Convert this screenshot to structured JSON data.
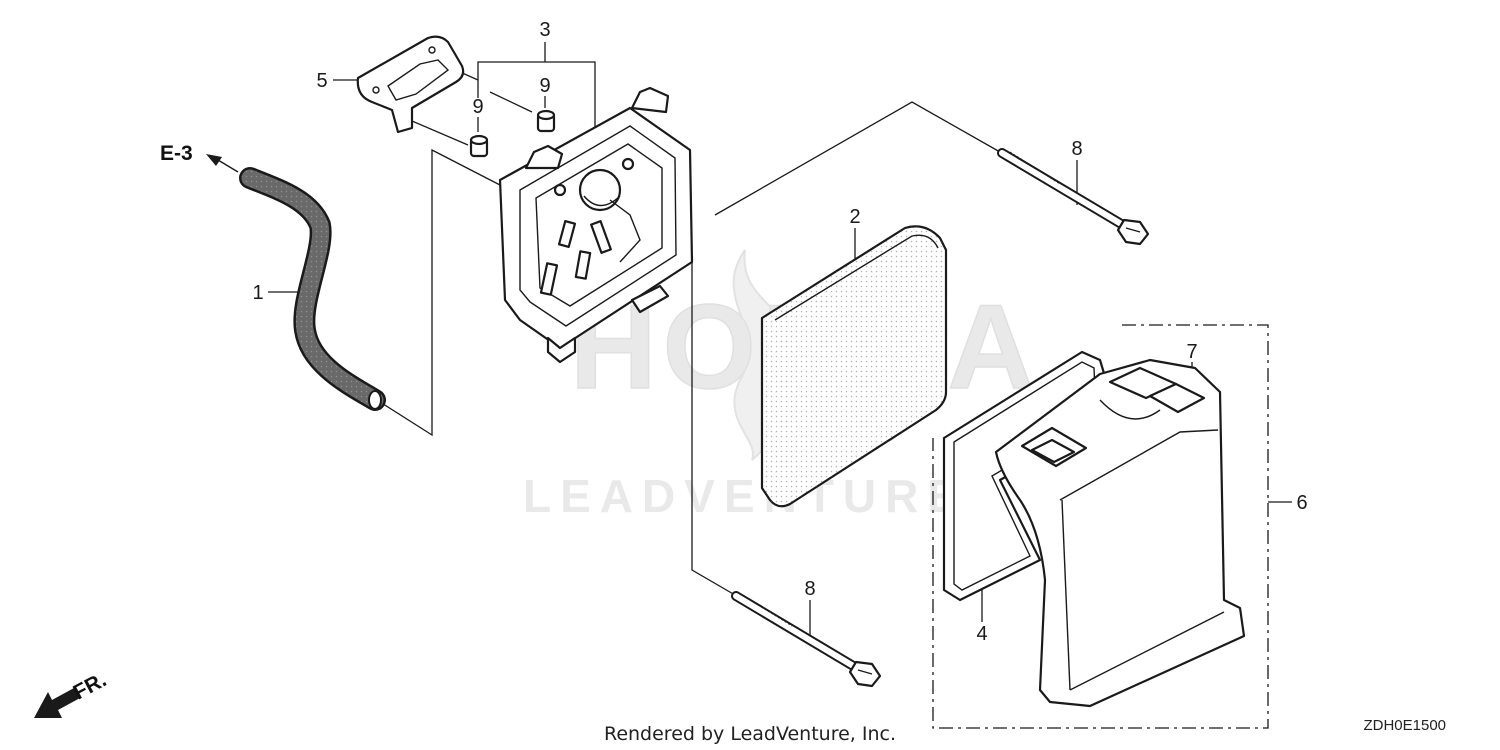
{
  "diagram": {
    "callouts": {
      "c1": "1",
      "c2": "2",
      "c3": "3",
      "c4": "4",
      "c5": "5",
      "c6": "6",
      "c7": "7",
      "c8a": "8",
      "c8b": "8",
      "c9a": "9",
      "c9b": "9"
    },
    "reference": "E-3",
    "front_marker": "FR.",
    "watermark": {
      "brand": "HONDA",
      "company": "LEADVENTURE"
    },
    "footer": "Rendered by LeadVenture, Inc.",
    "diagram_code": "ZDH0E1500"
  }
}
